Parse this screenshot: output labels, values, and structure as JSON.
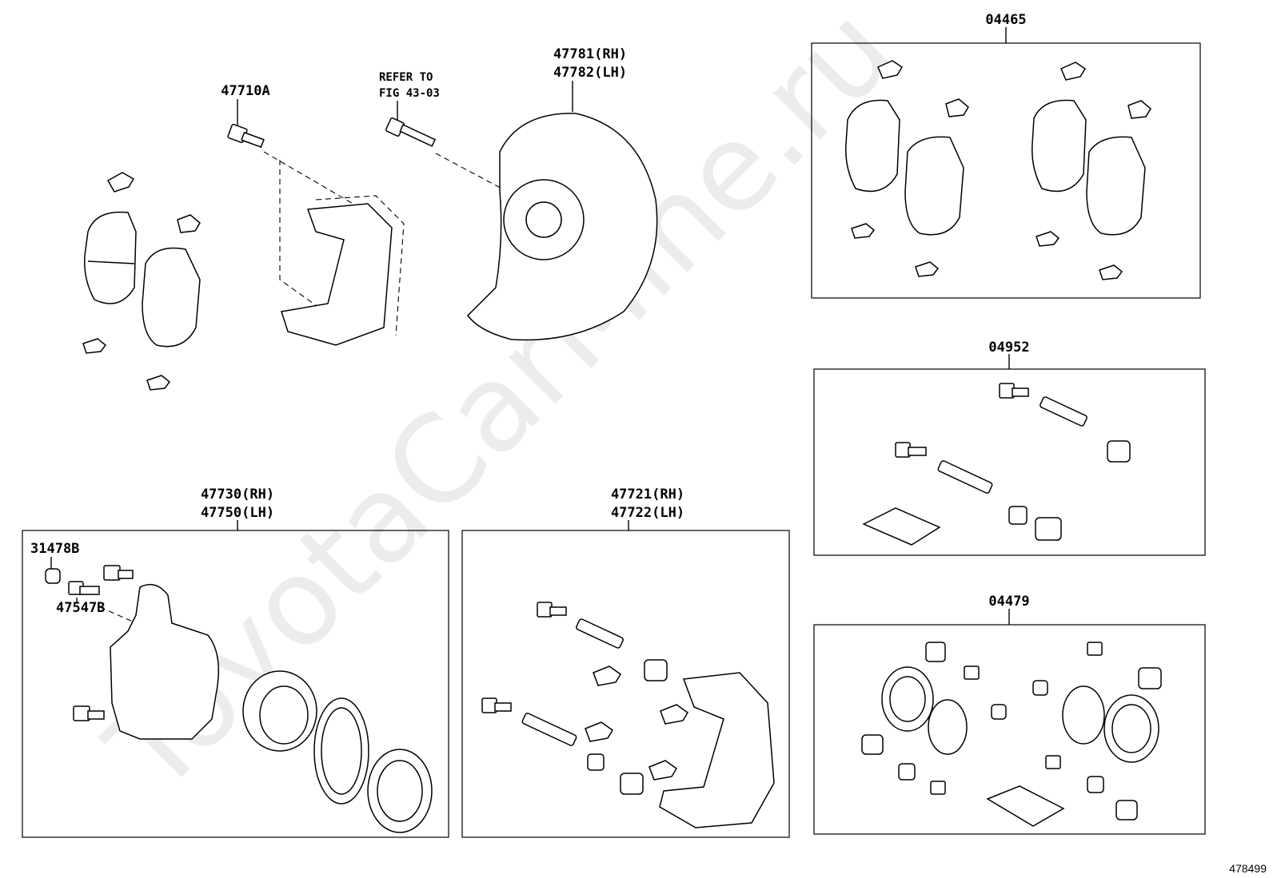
{
  "watermark": "ToyotaCarMine.ru",
  "figure_number": "478499",
  "labels": {
    "pad_kit": "04465",
    "slide_pin_kit": "04952",
    "cylinder_kit": "04479",
    "bracket_bolt": "47710A",
    "refer_line1": "REFER TO",
    "refer_line2": "FIG 43-03",
    "dust_cover_rh": "47781(RH)",
    "dust_cover_lh": "47782(LH)",
    "cylinder_rh": "47730(RH)",
    "cylinder_lh": "47750(LH)",
    "mounting_rh": "47721(RH)",
    "mounting_lh": "47722(LH)",
    "bleeder_cap": "31478B",
    "bleeder_plug": "47547B"
  }
}
